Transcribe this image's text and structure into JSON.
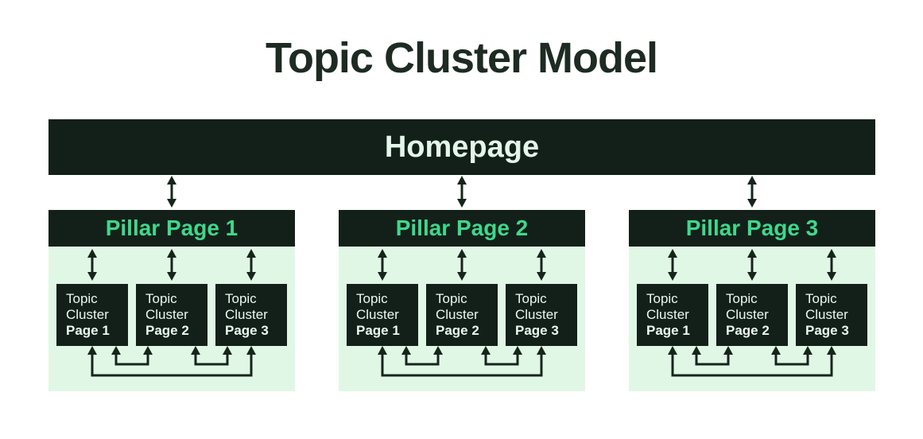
{
  "title": "Topic Cluster Model",
  "homepage": {
    "label": "Homepage"
  },
  "pillars": [
    {
      "title": "Pillar Page 1",
      "boxes": [
        {
          "line1": "Topic",
          "line2": "Cluster",
          "line3": "Page 1"
        },
        {
          "line1": "Topic",
          "line2": "Cluster",
          "line3": "Page 2"
        },
        {
          "line1": "Topic",
          "line2": "Cluster",
          "line3": "Page 3"
        }
      ]
    },
    {
      "title": "Pillar Page 2",
      "boxes": [
        {
          "line1": "Topic",
          "line2": "Cluster",
          "line3": "Page 1"
        },
        {
          "line1": "Topic",
          "line2": "Cluster",
          "line3": "Page 2"
        },
        {
          "line1": "Topic",
          "line2": "Cluster",
          "line3": "Page 3"
        }
      ]
    },
    {
      "title": "Pillar Page 3",
      "boxes": [
        {
          "line1": "Topic",
          "line2": "Cluster",
          "line3": "Page 1"
        },
        {
          "line1": "Topic",
          "line2": "Cluster",
          "line3": "Page 2"
        },
        {
          "line1": "Topic",
          "line2": "Cluster",
          "line3": "Page 3"
        }
      ]
    }
  ],
  "colors": {
    "dark_node": "#132019",
    "panel_green": "#e1f7e6",
    "accent_green": "#3fd78d",
    "light_text": "#e4f6e9",
    "title_text": "#1d2b22",
    "connector": "#17241c",
    "background": "#ffffff"
  }
}
